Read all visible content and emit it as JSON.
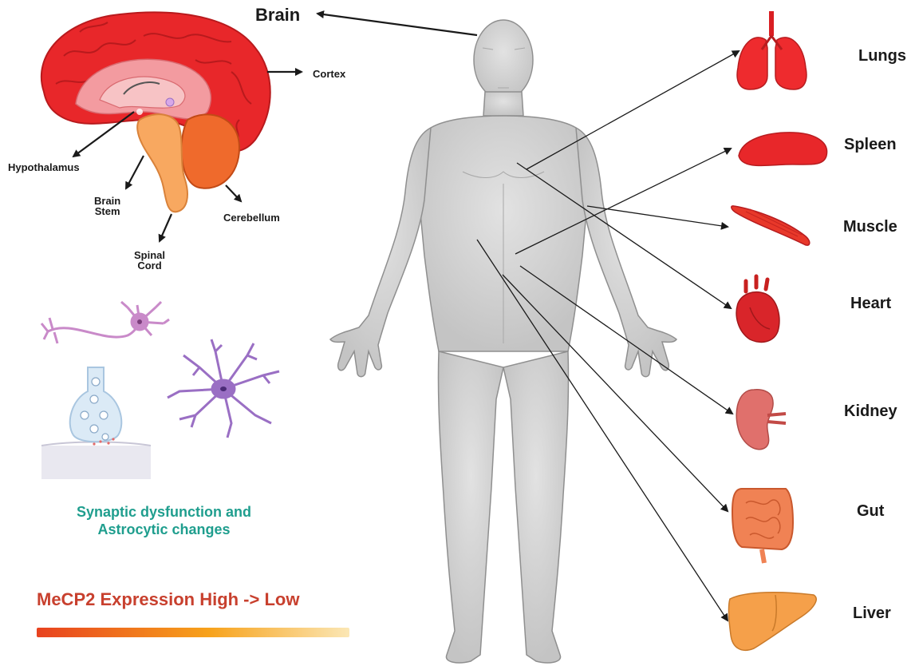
{
  "labels": {
    "brain": "Brain",
    "cortex": "Cortex",
    "hypothalamus": "Hypothalamus",
    "brain_stem_line1": "Brain",
    "brain_stem_line2": "Stem",
    "cerebellum": "Cerebellum",
    "spinal_cord_line1": "Spinal",
    "spinal_cord_line2": "Cord"
  },
  "caption": {
    "line1": "Synaptic dysfunction and",
    "line2": "Astrocytic changes"
  },
  "expression": {
    "label": "MeCP2 Expression High -> Low",
    "gradient_colors": [
      "#e8421f",
      "#f7a21b",
      "#fbe7b5"
    ]
  },
  "organs": [
    {
      "id": "lungs",
      "label": "Lungs"
    },
    {
      "id": "spleen",
      "label": "Spleen"
    },
    {
      "id": "muscle",
      "label": "Muscle"
    },
    {
      "id": "heart",
      "label": "Heart"
    },
    {
      "id": "kidney",
      "label": "Kidney"
    },
    {
      "id": "gut",
      "label": "Gut"
    },
    {
      "id": "liver",
      "label": "Liver"
    }
  ],
  "colors": {
    "brain_red": "#e8272a",
    "body_gray": "#d3d3d3",
    "teal_text": "#1f9e8e",
    "mecp2_text": "#c8402e",
    "neuron_pink": "#c98ac9",
    "astrocyte_purple": "#9a6fc4"
  }
}
